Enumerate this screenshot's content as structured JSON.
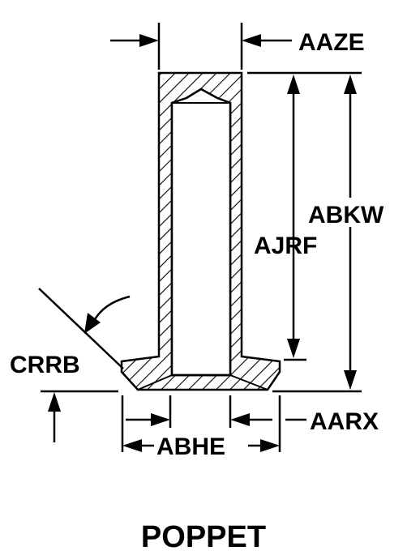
{
  "title": "POPPET",
  "labels": {
    "aaze": "AAZE",
    "abkw": "ABKW",
    "ajrf": "AJRF",
    "crrb": "CRRB",
    "aarx": "AARX",
    "abhe": "ABHE"
  },
  "colors": {
    "ink": "#000000",
    "paper": "#ffffff"
  }
}
